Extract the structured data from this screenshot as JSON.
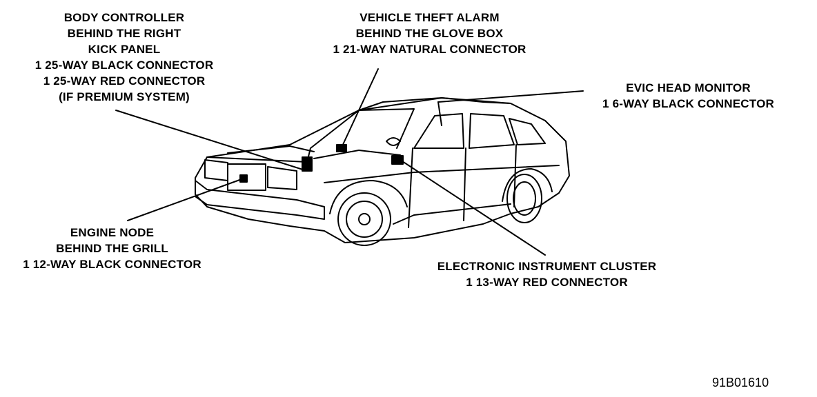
{
  "callouts": {
    "body_controller": {
      "lines": [
        "BODY CONTROLLER",
        "BEHIND THE RIGHT",
        "KICK PANEL",
        "1 25-WAY BLACK CONNECTOR",
        "1 25-WAY RED CONNECTOR",
        "(IF PREMIUM SYSTEM)"
      ]
    },
    "theft_alarm": {
      "lines": [
        "VEHICLE THEFT ALARM",
        "BEHIND THE GLOVE BOX",
        "1 21-WAY NATURAL CONNECTOR"
      ]
    },
    "evic_monitor": {
      "lines": [
        "EVIC HEAD MONITOR",
        "1 6-WAY BLACK CONNECTOR"
      ]
    },
    "engine_node": {
      "lines": [
        "ENGINE NODE",
        "BEHIND THE GRILL",
        "1 12-WAY BLACK CONNECTOR"
      ]
    },
    "instrument_cluster": {
      "lines": [
        "ELECTRONIC INSTRUMENT CLUSTER",
        "1 13-WAY RED CONNECTOR"
      ]
    }
  },
  "figure_code": "91B01610",
  "colors": {
    "ink": "#000000",
    "paper": "#ffffff"
  }
}
